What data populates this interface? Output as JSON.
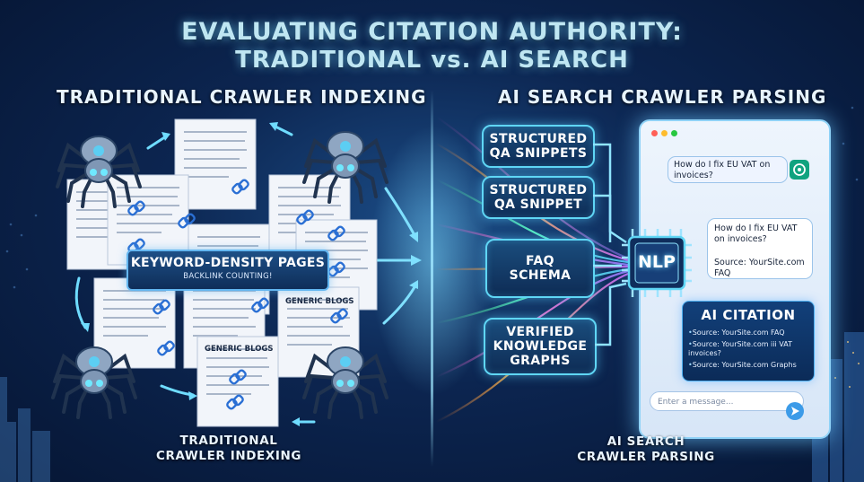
{
  "title": {
    "line1": "EVALUATING CITATION AUTHORITY:",
    "line2": "TRADITIONAL vs. AI SEARCH"
  },
  "left": {
    "heading": "TRADITIONAL CRAWLER INDEXING",
    "keyword_box": {
      "main": "KEYWORD-DENSITY PAGES",
      "sub": "BACKLINK COUNTING!"
    },
    "generic_blogs_1": "GENERIC BLOGS",
    "generic_blogs_2": "GENERIC BLOGS",
    "footer_line1": "TRADITIONAL",
    "footer_line2": "CRAWLER INDEXING"
  },
  "right": {
    "heading": "AI SEARCH CRAWLER PARSING",
    "sources": [
      {
        "line1": "STRUCTURED",
        "line2": "QA SNIPPETS",
        "line3": ""
      },
      {
        "line1": "STRUCTURED",
        "line2": "QA SNIPPET",
        "line3": ""
      },
      {
        "line1": "FAQ",
        "line2": "SCHEMA",
        "line3": ""
      },
      {
        "line1": "VERIFIED",
        "line2": "KNOWLEDGE",
        "line3": "GRAPHS"
      }
    ],
    "nlp_label": "NLP",
    "chat": {
      "user_question": "How do I fix EU VAT on invoices?",
      "answer_question": "How do I fix EU VAT on invoices?",
      "answer_source": "Source: YourSite.com FAQ",
      "citation_title": "AI CITATION",
      "citations": [
        "Source: YourSite.com FAQ",
        "Source: YourSite.com iii VAT invoices?",
        "Source: YourSite.com Graphs"
      ],
      "input_placeholder": "Enter a message..."
    },
    "footer_line1": "AI SEARCH",
    "footer_line2": "CRAWLER PARSING"
  },
  "colors": {
    "accent_cyan": "#5fd6f5",
    "background_dark": "#061634",
    "background_mid": "#1b4c86",
    "spider_glow": "#6fd6ff",
    "chat_send": "#3c9be8",
    "chatgpt_green": "#10a37f"
  },
  "icons": [
    "spider-icon",
    "document-icon",
    "chain-link-icon",
    "nlp-chip-icon",
    "chatgpt-logo-icon",
    "send-icon",
    "window-dots-icon"
  ]
}
